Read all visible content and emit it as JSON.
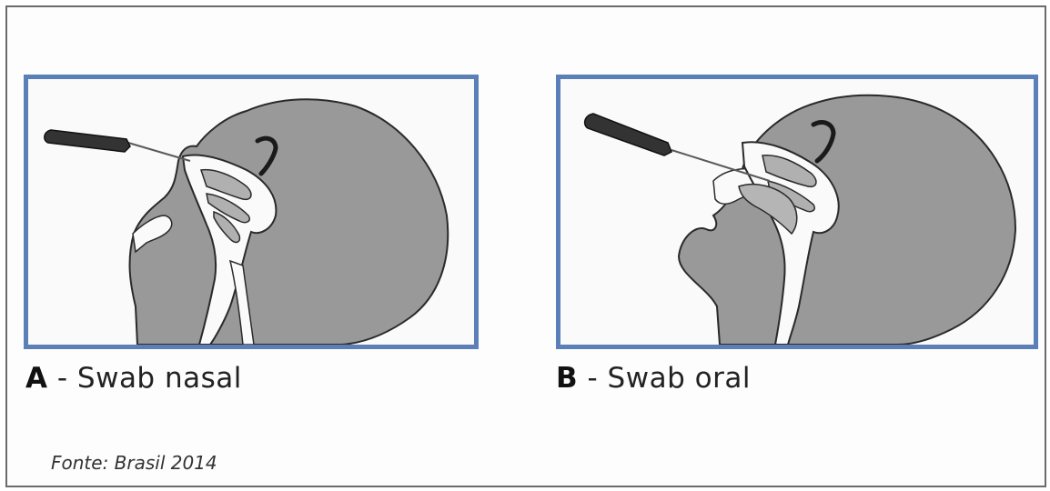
{
  "figure": {
    "panel_a": {
      "letter": "A",
      "separator": " - ",
      "label": "Swab nasal"
    },
    "panel_b": {
      "letter": "B",
      "separator": " - ",
      "label": "Swab oral"
    },
    "source": "Fonte: Brasil 2014"
  },
  "colors": {
    "frame_border": "#5b7fb7",
    "head_fill": "#999999",
    "outline": "#2a2a2a",
    "swab_handle": "#333333"
  }
}
